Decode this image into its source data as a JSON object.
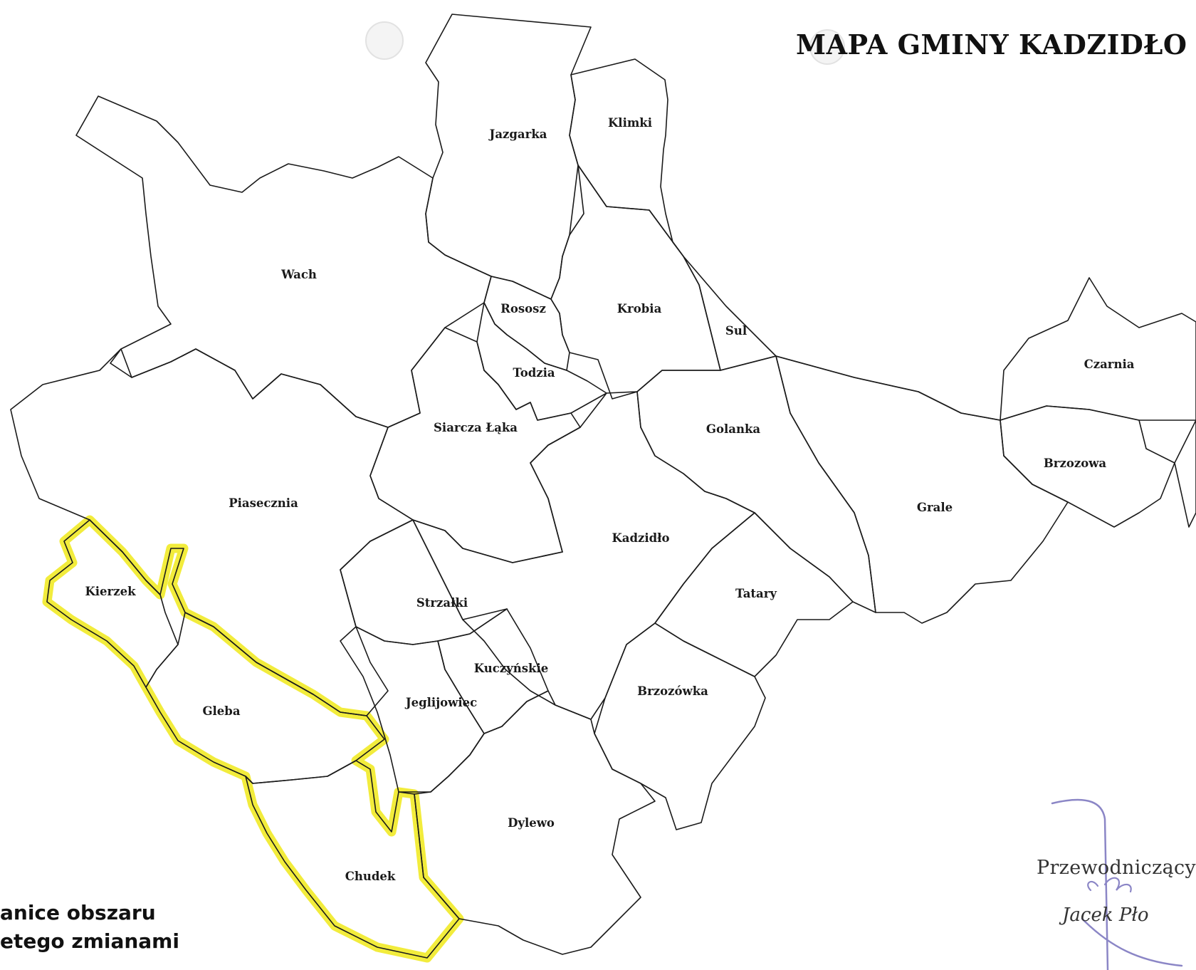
{
  "map": {
    "title": "MAPA GMINY KADZIDŁO",
    "highlight_color": "#f2ec3c",
    "boundary_color": "#1a1a1a"
  },
  "places": [
    {
      "id": "jazgarka",
      "name": "Jazgarka"
    },
    {
      "id": "klimki",
      "name": "Klimki"
    },
    {
      "id": "wach",
      "name": "Wach"
    },
    {
      "id": "rososz",
      "name": "Rososz"
    },
    {
      "id": "krobia",
      "name": "Krobia"
    },
    {
      "id": "sul",
      "name": "Sul"
    },
    {
      "id": "todzia",
      "name": "Todzia"
    },
    {
      "id": "czarnia",
      "name": "Czarnia"
    },
    {
      "id": "siarcza-laka",
      "name": "Siarcza Łąka"
    },
    {
      "id": "golanka",
      "name": "Golanka"
    },
    {
      "id": "brzozowa",
      "name": "Brzozowa"
    },
    {
      "id": "piasecznia",
      "name": "Piasecznia"
    },
    {
      "id": "grale",
      "name": "Grale"
    },
    {
      "id": "kadzidlo",
      "name": "Kadzidło"
    },
    {
      "id": "kierzek",
      "name": "Kierzek"
    },
    {
      "id": "tatary",
      "name": "Tatary"
    },
    {
      "id": "strzalki",
      "name": "Strzałki"
    },
    {
      "id": "kuczynskie",
      "name": "Kuczyńskie"
    },
    {
      "id": "brzozowka",
      "name": "Brzozówka"
    },
    {
      "id": "jeglijowiec",
      "name": "Jeglijowiec"
    },
    {
      "id": "gleba",
      "name": "Gleba"
    },
    {
      "id": "dylewo",
      "name": "Dylewo"
    },
    {
      "id": "chudek",
      "name": "Chudek"
    }
  ],
  "legend": {
    "line1": "anice obszaru",
    "line2": "etego zmianami"
  },
  "signature": {
    "role": "Przewodniczący R",
    "name": "Jacek Pło"
  }
}
